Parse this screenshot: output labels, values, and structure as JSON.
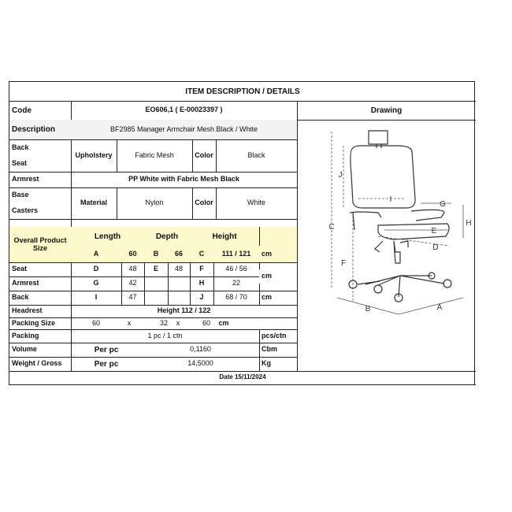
{
  "title": "ITEM DESCRIPTION / DETAILS",
  "code": {
    "label": "Code",
    "value": "EO606,1 ( E-00023397 )"
  },
  "drawing_header": "Drawing",
  "description": {
    "label": "Description",
    "value": "BF2985 Manager Armchair Mesh Black / White"
  },
  "back_seat": {
    "label_back": "Back",
    "label_seat": "Seat",
    "col1": "Upholstery",
    "col1_value": "Fabric Mesh",
    "col2": "Color",
    "col2_value": "Black"
  },
  "armrest": {
    "label": "Armrest",
    "value": "PP White with Fabric Mesh Black"
  },
  "base_casters": {
    "label_base": "Base",
    "label_casters": "Casters",
    "col1": "Material",
    "col1_value": "Nylon",
    "col2": "Color",
    "col2_value": "White"
  },
  "dimensions": {
    "overall_label_1": "Overall Product",
    "overall_label_2": "Size",
    "headers": [
      "Length",
      "Depth",
      "Height"
    ],
    "overall": [
      "A",
      "60",
      "B",
      "66",
      "C",
      "111 / 121",
      "cm"
    ],
    "rows": [
      {
        "label": "Seat",
        "l_key": "D",
        "l_val": "48",
        "d_key": "E",
        "d_val": "48",
        "h_key": "F",
        "h_val": "46 / 56"
      },
      {
        "label": "Armrest",
        "l_key": "G",
        "l_val": "42",
        "d_key": "",
        "d_val": "",
        "h_key": "H",
        "h_val": "22"
      },
      {
        "label": "Back",
        "l_key": "I",
        "l_val": "47",
        "d_key": "",
        "d_val": "",
        "h_key": "J",
        "h_val": "68 / 70"
      }
    ],
    "unit": "cm"
  },
  "headrest": {
    "label": "Headrest",
    "value": "Height 112 / 122"
  },
  "packing_size": {
    "label": "Packing Size",
    "v1": "60",
    "x1": "x",
    "v2": "32",
    "x2": "x",
    "v3": "60",
    "unit": "cm"
  },
  "packing": {
    "label": "Packing",
    "value": "1 pc / 1 ctn",
    "unit": "pcs/ctn"
  },
  "volume": {
    "label": "Volume",
    "per": "Per pc",
    "value": "0,1160",
    "unit": "Cbm"
  },
  "weight": {
    "label": "Weight / Gross",
    "per": "Per pc",
    "value": "14,5000",
    "unit": "Kg"
  },
  "date": "Date 15/11/2024",
  "drawing_labels": [
    "J",
    "I",
    "G",
    "C",
    "H",
    "E",
    "D",
    "F",
    "B",
    "A"
  ]
}
